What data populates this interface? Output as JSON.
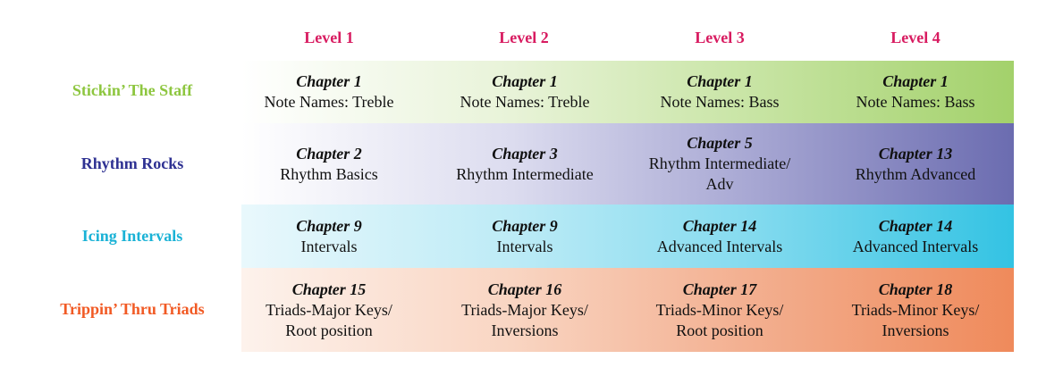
{
  "levels": [
    "Level 1",
    "Level 2",
    "Level 3",
    "Level 4"
  ],
  "rows": [
    {
      "label": "Stickin’ The Staff",
      "label_color": "#8dc63f",
      "cells": [
        {
          "chapter": "Chapter 1",
          "lines": [
            "Note Names: Treble"
          ]
        },
        {
          "chapter": "Chapter 1",
          "lines": [
            "Note Names: Treble"
          ]
        },
        {
          "chapter": "Chapter 1",
          "lines": [
            "Note Names: Bass"
          ]
        },
        {
          "chapter": "Chapter 1",
          "lines": [
            "Note Names: Bass"
          ]
        }
      ]
    },
    {
      "label": "Rhythm Rocks",
      "label_color": "#2e3192",
      "cells": [
        {
          "chapter": "Chapter 2",
          "lines": [
            "Rhythm Basics"
          ]
        },
        {
          "chapter": "Chapter 3",
          "lines": [
            "Rhythm Intermediate"
          ]
        },
        {
          "chapter": "Chapter 5",
          "lines": [
            "Rhythm Intermediate/",
            "Adv"
          ]
        },
        {
          "chapter": "Chapter 13",
          "lines": [
            "Rhythm Advanced"
          ]
        }
      ]
    },
    {
      "label": "Icing Intervals",
      "label_color": "#1ab2d6",
      "cells": [
        {
          "chapter": "Chapter 9",
          "lines": [
            "Intervals"
          ]
        },
        {
          "chapter": "Chapter 9",
          "lines": [
            "Intervals"
          ]
        },
        {
          "chapter": "Chapter 14",
          "lines": [
            "Advanced Intervals"
          ]
        },
        {
          "chapter": "Chapter 14",
          "lines": [
            "Advanced Intervals"
          ]
        }
      ]
    },
    {
      "label": "Trippin’ Thru Triads",
      "label_color": "#f15a24",
      "cells": [
        {
          "chapter": "Chapter 15",
          "lines": [
            "Triads-Major Keys/",
            "Root position"
          ]
        },
        {
          "chapter": "Chapter 16",
          "lines": [
            "Triads-Major Keys/",
            "Inversions"
          ]
        },
        {
          "chapter": "Chapter 17",
          "lines": [
            "Triads-Minor Keys/",
            "Root position"
          ]
        },
        {
          "chapter": "Chapter 18",
          "lines": [
            "Triads-Minor Keys/",
            "Inversions"
          ]
        }
      ]
    }
  ],
  "colors": {
    "level_heading": "#d81b60",
    "band_staff": "#a3d16b",
    "band_rhythm": "#6b6cb0",
    "band_intervals": "#33c3e3",
    "band_triads": "#ef8a5b"
  }
}
